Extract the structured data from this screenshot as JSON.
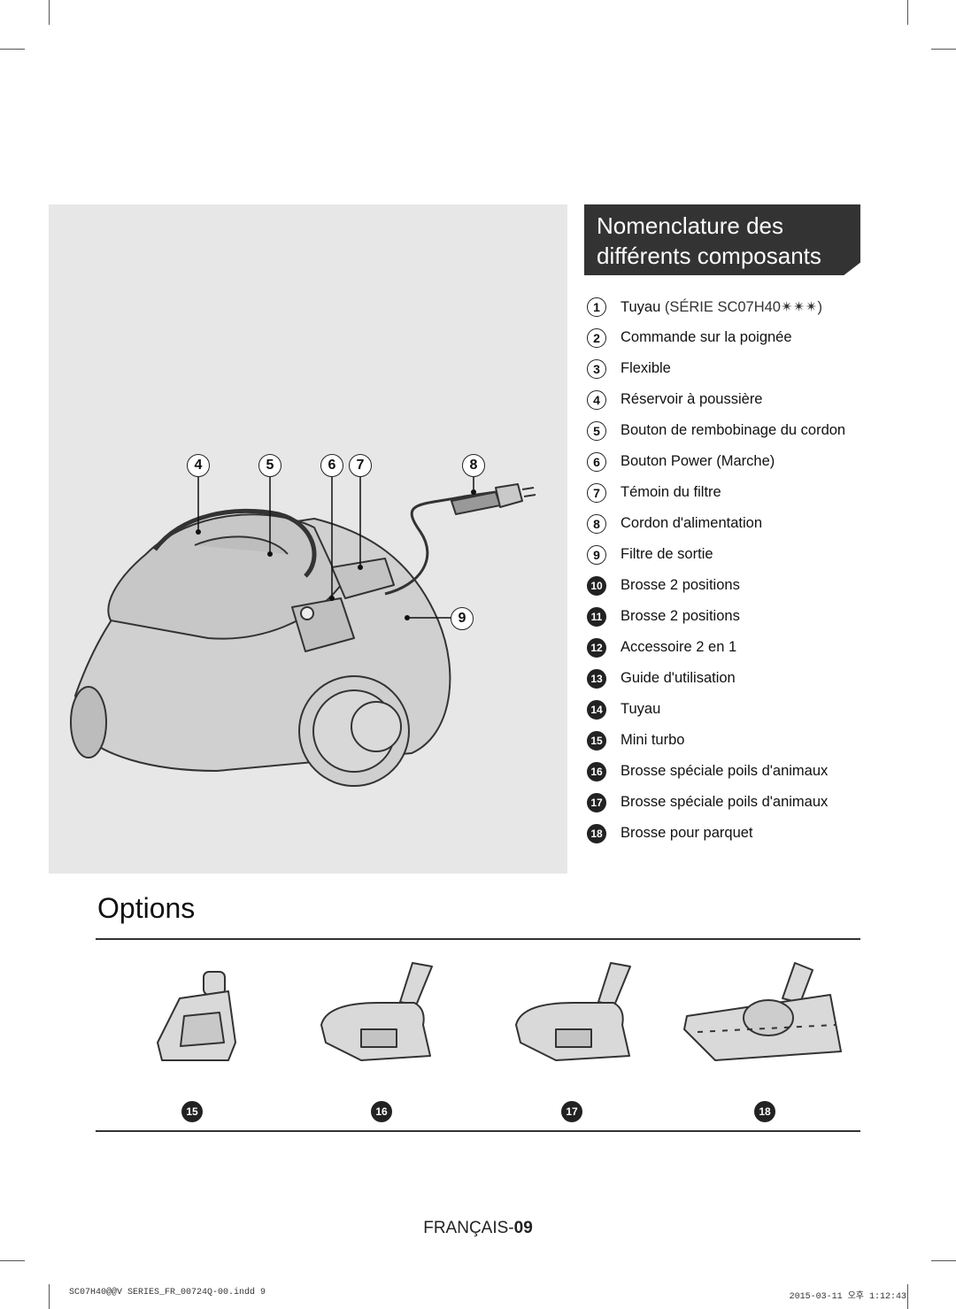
{
  "section_title": {
    "line1": "Nomenclature des",
    "line2": "différents composants"
  },
  "components": [
    {
      "num": "1",
      "label": "Tuyau",
      "suffix": "(SÉRIE SC07H40✴✴✴)"
    },
    {
      "num": "2",
      "label": "Commande sur la poignée"
    },
    {
      "num": "3",
      "label": "Flexible"
    },
    {
      "num": "4",
      "label": "Réservoir à poussière"
    },
    {
      "num": "5",
      "label": "Bouton de rembobinage du cordon"
    },
    {
      "num": "6",
      "label": "Bouton Power (Marche)"
    },
    {
      "num": "7",
      "label": "Témoin du filtre"
    },
    {
      "num": "8",
      "label": "Cordon d'alimentation"
    },
    {
      "num": "9",
      "label": "Filtre de sortie"
    },
    {
      "num": "10",
      "label": "Brosse 2 positions"
    },
    {
      "num": "11",
      "label": "Brosse 2 positions"
    },
    {
      "num": "12",
      "label": "Accessoire 2 en 1"
    },
    {
      "num": "13",
      "label": "Guide d'utilisation"
    },
    {
      "num": "14",
      "label": "Tuyau"
    },
    {
      "num": "15",
      "label": "Mini turbo"
    },
    {
      "num": "16",
      "label": "Brosse spéciale poils d'animaux"
    },
    {
      "num": "17",
      "label": "Brosse spéciale poils d'animaux"
    },
    {
      "num": "18",
      "label": "Brosse pour parquet"
    }
  ],
  "callouts": [
    "4",
    "5",
    "6",
    "7",
    "8",
    "9"
  ],
  "options": {
    "title": "Options",
    "items": [
      "15",
      "16",
      "17",
      "18"
    ]
  },
  "footer": {
    "language": "FRANÇAIS-",
    "page": "09"
  },
  "slug": {
    "file": "SC07H40@@V SERIES_FR_00724Q-00.indd   9",
    "date": "2015-03-11   오후 1:12:43"
  }
}
